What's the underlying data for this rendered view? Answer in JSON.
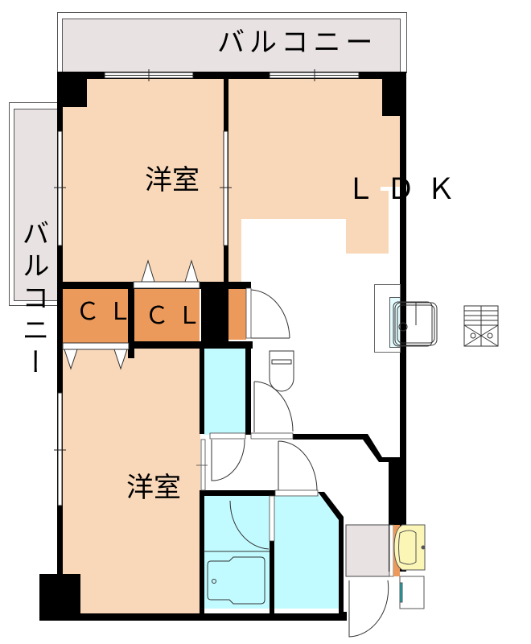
{
  "floorplan": {
    "colors": {
      "room_floor": "#f9d8b9",
      "closet": "#ec9a5c",
      "wet_area": "#c2fbff",
      "balcony": "#e8e2e3",
      "wall": "#000000",
      "washbasin": "#fbf5b6",
      "kitchen_counter": "#ffffff",
      "kitchen_sink_area": "#e4fcff"
    },
    "balconies": [
      {
        "id": "top",
        "label": "バルコニー"
      },
      {
        "id": "left",
        "label": "バルコニー"
      }
    ],
    "rooms": [
      {
        "id": "western-room-upper",
        "label": "洋室"
      },
      {
        "id": "ldk",
        "label": "ＬＤＫ"
      },
      {
        "id": "closet-left",
        "label": "ＣＬ"
      },
      {
        "id": "closet-right",
        "label": "ＣＬ"
      },
      {
        "id": "western-room-lower",
        "label": "洋室"
      }
    ],
    "fixtures": [
      {
        "id": "kitchen-sink",
        "label": "sink"
      },
      {
        "id": "stove",
        "label": "stove"
      },
      {
        "id": "toilet",
        "label": "toilet"
      },
      {
        "id": "bathtub",
        "label": "bathtub"
      },
      {
        "id": "washbasin",
        "label": "washbasin"
      },
      {
        "id": "washing-machine",
        "label": "washing machine"
      }
    ]
  }
}
